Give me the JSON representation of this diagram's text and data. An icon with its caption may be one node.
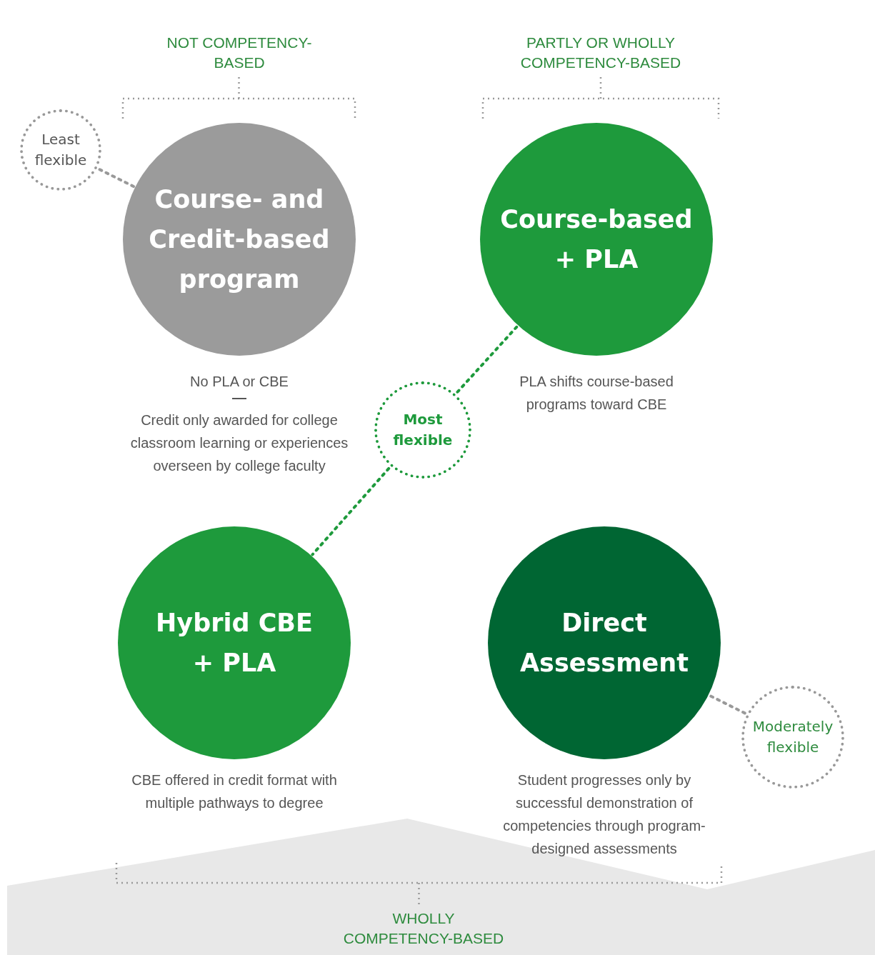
{
  "diagram": {
    "nodes": [
      {
        "text": [
          "Least flexible"
        ]
      },
      {
        "text": [
          "Course- and Credit-based program"
        ],
        "beside": [
          "No PLA or CBE",
          "Credit only awarded for college classroom learning or experiences overseen by college faculty"
        ]
      },
      {
        "text": [
          "Course-based + PLA"
        ],
        "beside": [
          "PLA shifts course-based programs toward CBE"
        ]
      },
      {
        "text": [
          "Most flexible"
        ]
      },
      {
        "text": [
          "Hybrid CBE + PLA"
        ],
        "beside": [
          "CBE offered in credit format with multiple pathways to degree"
        ]
      },
      {
        "text": [
          "Direct Assessment"
        ],
        "beside": [
          "Student progresses only by successful demonstration of competencies through program-designed assessments"
        ]
      },
      {
        "text": [
          "Moderately flexible"
        ]
      }
    ],
    "edges": [
      {
        "from": 0,
        "to": 1,
        "arrow": "none",
        "style": "dashed",
        "color": "#999999"
      },
      {
        "from": 3,
        "to": 2,
        "arrow": "none",
        "style": "dashed",
        "color": "#1e9a3c"
      },
      {
        "from": 3,
        "to": 4,
        "arrow": "none",
        "style": "dashed",
        "color": "#1e9a3c"
      },
      {
        "from": 5,
        "to": 6,
        "arrow": "none",
        "style": "dashed",
        "color": "#999999"
      }
    ],
    "labels": [
      "NOT COMPETENCY-BASED",
      "PARTLY OR WHOLLY COMPETENCY-BASED",
      "WHOLLY COMPETENCY-BASED"
    ]
  }
}
